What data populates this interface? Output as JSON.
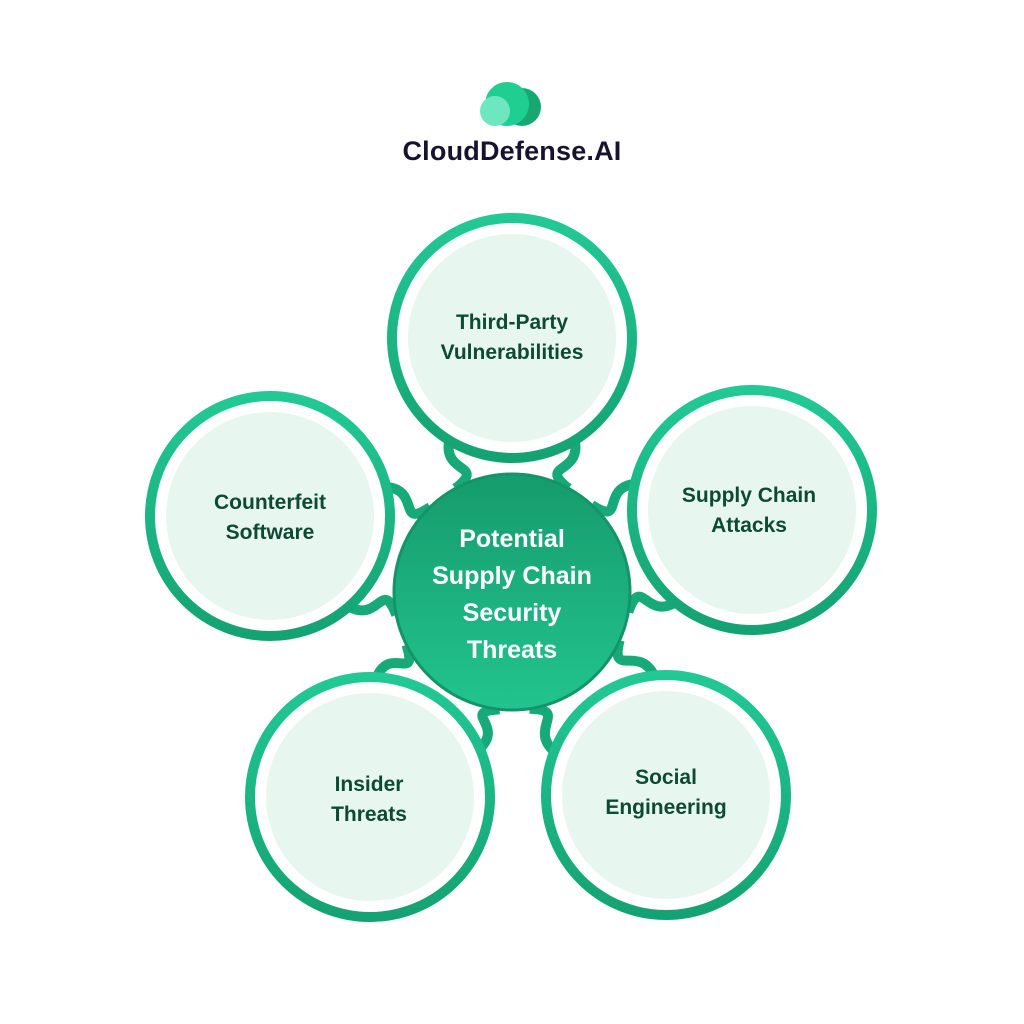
{
  "brand": {
    "name": "CloudDefense.AI",
    "logo_icon": "cloud-icon"
  },
  "center": {
    "line1": "Potential",
    "line2": "Supply Chain",
    "line3": "Security",
    "line4": "Threats"
  },
  "petals": [
    {
      "line1": "Third-Party",
      "line2": "Vulnerabilities"
    },
    {
      "line1": "Supply Chain",
      "line2": "Attacks"
    },
    {
      "line1": "Social",
      "line2": "Engineering"
    },
    {
      "line1": "Insider",
      "line2": "Threats"
    },
    {
      "line1": "Counterfeit",
      "line2": "Software"
    }
  ],
  "colors": {
    "ring": "#1fc48e",
    "ring_dark": "#159e70",
    "petal_fill": "#e7f7f0",
    "center": "#1aae7a",
    "text": "#0d4a36"
  }
}
